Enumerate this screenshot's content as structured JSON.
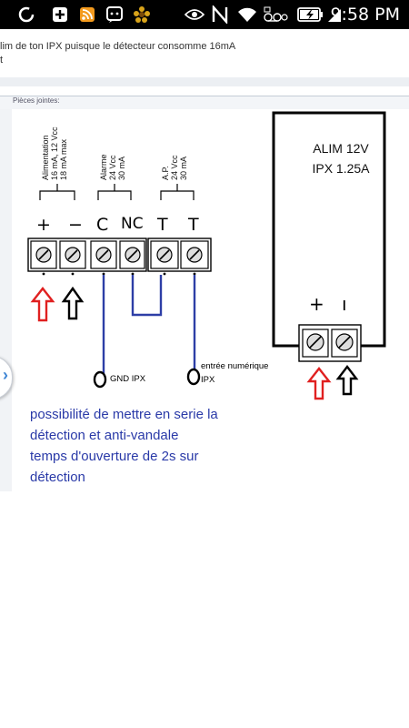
{
  "status_bar": {
    "time": "9:58 PM",
    "icons": [
      "spinner-icon",
      "plus-icon",
      "rss-icon",
      "chat-icon",
      "flower-icon",
      "eye-icon",
      "nfc-icon",
      "wifi-icon",
      "voicemail-icon",
      "battery-charging-icon",
      "signal-icon"
    ]
  },
  "message": {
    "line1": "lim de ton IPX puisque le détecteur consomme 16mA",
    "line2": "t"
  },
  "attachments": {
    "label": "Pièces jointes:"
  },
  "diagram": {
    "detector_labels": {
      "power": "Alimentation\n16 mA, 12 Vcc\n18 mA max",
      "alarm": "Alarme\n24 Vcc\n30 mA",
      "ap": "A.P.\n24 Vcc\n30 mA"
    },
    "terminal_labels": [
      "+",
      "−",
      "C",
      "NC",
      "T",
      "T"
    ],
    "psu_title_line1": "ALIM 12V",
    "psu_title_line2": "IPX 1.25A",
    "psu_terminals": [
      "+",
      "ı"
    ],
    "gnd_label": "GND IPX",
    "input_label_line1": "entrée numérique",
    "input_label_line2": "IPX",
    "note_lines": [
      "possibilité de mettre en serie la",
      "détection et anti-vandale",
      "temps d'ouverture de 2s sur",
      "détection"
    ],
    "colors": {
      "wire": "#2d3ea6",
      "plus_arrow": "#e02020",
      "minus_arrow": "#000000",
      "note_text": "#2a3aa8"
    }
  },
  "side_handle": {
    "glyph": "›"
  }
}
